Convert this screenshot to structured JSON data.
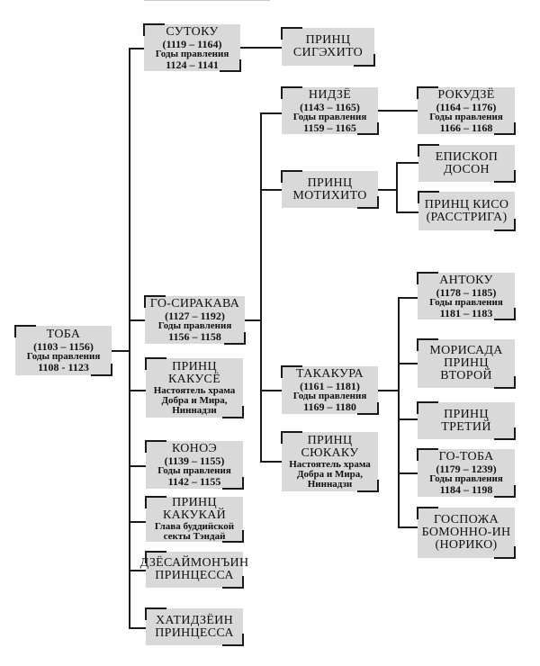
{
  "nodes": {
    "toba": {
      "lines": [
        "ТОБА",
        "(1103 – 1156)",
        "Годы правления",
        "1108 - 1123"
      ]
    },
    "sutoku": {
      "lines": [
        "СУТОКУ",
        "(1119 – 1164)",
        "Годы правления",
        "1124 – 1141"
      ]
    },
    "shigehito": {
      "lines": [
        "ПРИНЦ",
        "СИГЭХИТО"
      ]
    },
    "go_shirakawa": {
      "lines": [
        "ГО-СИРАКАВА",
        "(1127 – 1192)",
        "Годы правления",
        "1156 – 1158"
      ]
    },
    "nijo": {
      "lines": [
        "НИДЗЁ",
        "(1143 – 1165)",
        "Годы правления",
        "1159 – 1165"
      ]
    },
    "rokujo": {
      "lines": [
        "РОКУДЗЁ",
        "(1164 – 1176)",
        "Годы правления",
        "1166 – 1168"
      ]
    },
    "mochihito": {
      "lines": [
        "ПРИНЦ",
        "МОТИХИТО"
      ]
    },
    "doson": {
      "lines": [
        "ЕПИСКОП",
        "ДОСОН"
      ]
    },
    "kiso": {
      "lines": [
        "ПРИНЦ КИСО",
        "(РАССТРИГА)"
      ]
    },
    "kakusho": {
      "lines": [
        "ПРИНЦ",
        "КАКУСЁ",
        "Настоятель храма",
        "Добра и Мира,",
        "Ниннадзи"
      ]
    },
    "takakura": {
      "lines": [
        "ТАКАКУРА",
        "(1161 – 1181)",
        "Годы правления",
        "1169 – 1180"
      ]
    },
    "shukaku": {
      "lines": [
        "ПРИНЦ",
        "СЮКАКУ",
        "Настоятель храма",
        "Добра и Мира,",
        "Ниннадзи"
      ]
    },
    "antoku": {
      "lines": [
        "АНТОКУ",
        "(1178 – 1185)",
        "Годы правления",
        "1181 – 1183"
      ]
    },
    "morisada": {
      "lines": [
        "МОРИСАДА",
        "ПРИНЦ",
        "ВТОРОЙ"
      ]
    },
    "third": {
      "lines": [
        "ПРИНЦ",
        "ТРЕТИЙ"
      ]
    },
    "go_toba": {
      "lines": [
        "ГО-ТОБА",
        "(1179 – 1239)",
        "Годы правления",
        "1184 – 1198"
      ]
    },
    "bomon": {
      "lines": [
        "ГОСПОЖА",
        "БОМОННО-ИН",
        "(НОРИКО)"
      ]
    },
    "konoe": {
      "lines": [
        "КОНОЭ",
        "(1139 – 1155)",
        "Годы правления",
        "1142 – 1155"
      ]
    },
    "kakukai": {
      "lines": [
        "ПРИНЦ",
        "КАКУКАЙ",
        "Глава буддийской",
        "секты Тэндай"
      ]
    },
    "josaimon": {
      "lines": [
        "ДЗЁСАЙМОНЪИН",
        "ПРИНЦЕССА"
      ]
    },
    "hachijo": {
      "lines": [
        "ХАТИДЗЁИН",
        "ПРИНЦЕССА"
      ]
    }
  }
}
